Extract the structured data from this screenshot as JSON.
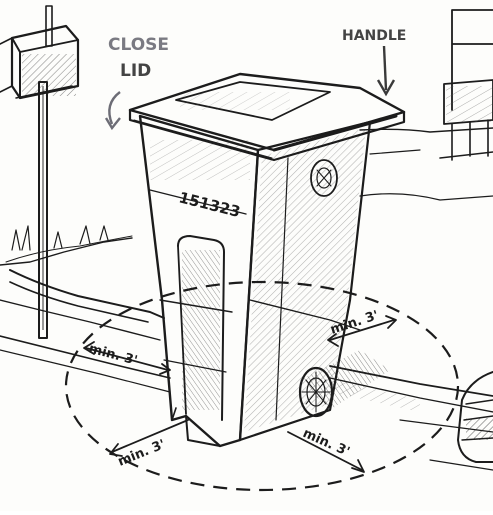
{
  "labels": {
    "close_lid": [
      "CLOSE",
      "LID"
    ],
    "handle": "HANDLE",
    "serial": "151323",
    "clearance_left": "min. 3'",
    "clearance_right": "min. 3'",
    "clearance_front_left": "min. 3'",
    "clearance_front_right": "min. 3'"
  },
  "colors": {
    "ink": "#1c1c1c",
    "paper": "#fdfdfb",
    "annotation_grey": "#7a7a82"
  }
}
